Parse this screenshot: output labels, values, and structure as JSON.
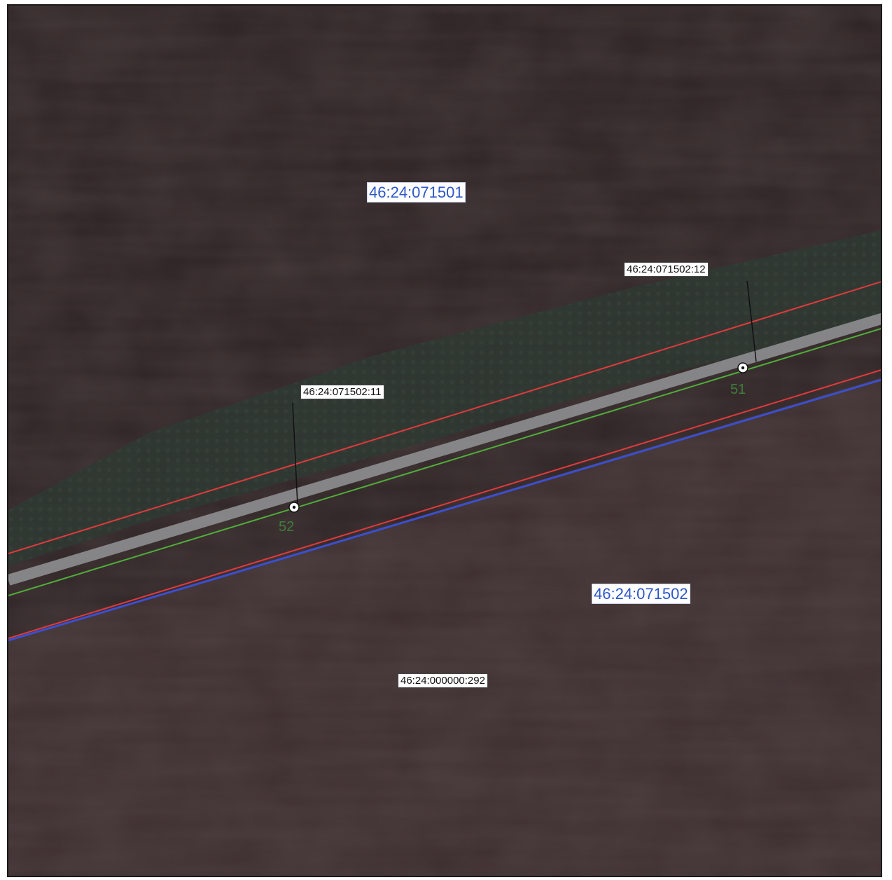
{
  "colors": {
    "ground_dark": "#2a1f20",
    "ground_field": "#3a2b2c",
    "vegetation": "#2f3a33",
    "road": "#8a8a8c",
    "boundary_red": "#e03a3c",
    "boundary_green": "#4fae3a",
    "boundary_blue": "#3b4fd0",
    "label_blue": "#2d57c8",
    "point_number_green": "#3f7d3c"
  },
  "quarters": [
    {
      "id": "q1",
      "number": "46:24:071501"
    },
    {
      "id": "q2",
      "number": "46:24:071502"
    }
  ],
  "parcels": [
    {
      "id": "p12",
      "number": "46:24:071502:12"
    },
    {
      "id": "p11",
      "number": "46:24:071502:11"
    },
    {
      "id": "p292",
      "number": "46:24:000000:292"
    }
  ],
  "points": [
    {
      "id": "pt51",
      "number": "51"
    },
    {
      "id": "pt52",
      "number": "52"
    }
  ]
}
